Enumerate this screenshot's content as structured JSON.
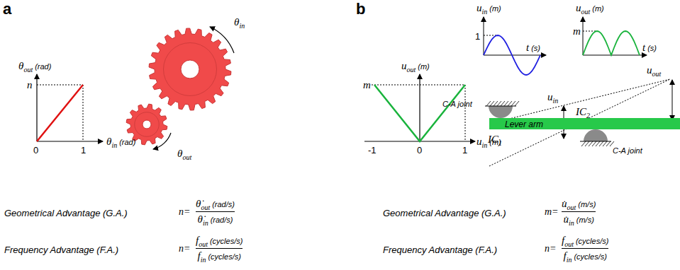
{
  "diagram": {
    "nodes": [
      {
        "text": [
          "Lever arm"
        ]
      }
    ],
    "labels": [
      "a",
      "b",
      "θ",
      "out",
      "(rad)",
      "n",
      "0",
      "1",
      "θ",
      "in",
      "(rad)",
      "θ",
      "in",
      "θ",
      "out",
      "Geometrical Advantage (G.A.)",
      "n=",
      "θ̇",
      "out",
      "(rad/s)",
      "θ̇",
      "in",
      "(rad/s)",
      "Frequency Advantage (F.A.)",
      "n=",
      "f",
      "out",
      "(cycles/s)",
      "f",
      "in",
      "(cycles/s)",
      "u",
      "out",
      "(m)",
      "m",
      "-1",
      "0",
      "1",
      "u",
      "in",
      "(m)",
      "u",
      "in",
      "(m)",
      "1",
      "t",
      "(s)",
      "u",
      "out",
      "(m)",
      "m",
      "t",
      "(s)",
      "C-A joint",
      "u",
      "in",
      "IC",
      "1",
      "IC",
      "2",
      "C-A joint",
      "u",
      "out",
      "Geometrical Advantage (G.A.)",
      "m=",
      "u̇",
      "out",
      "(m/s)",
      "u̇",
      "in",
      "(m/s)",
      "Frequency Advantage (F.A.)",
      "n=",
      "f",
      "out",
      "(cycles/s)",
      "f",
      "in",
      "(cycles/s)"
    ]
  }
}
